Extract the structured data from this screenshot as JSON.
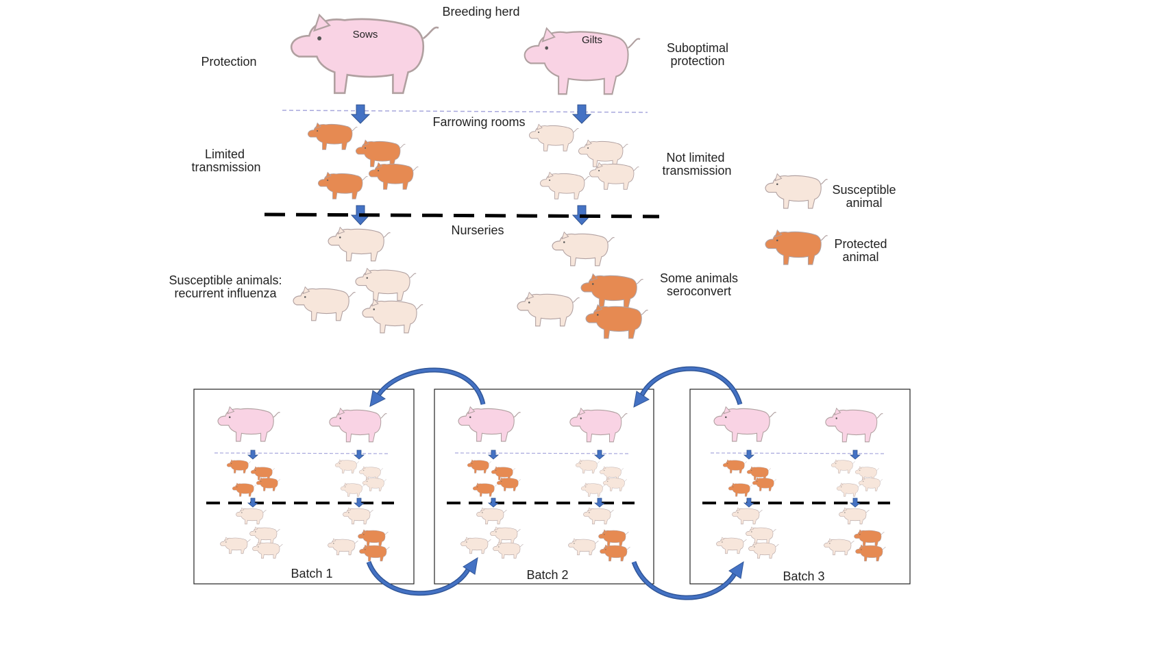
{
  "labels": {
    "breeding_herd": "Breeding herd",
    "sows": "Sows",
    "gilts": "Gilts",
    "protection": "Protection",
    "suboptimal_protection_1": "Suboptimal",
    "suboptimal_protection_2": "protection",
    "farrowing_rooms": "Farrowing rooms",
    "limited_transmission_1": "Limited",
    "limited_transmission_2": "transmission",
    "not_limited_transmission_1": "Not limited",
    "not_limited_transmission_2": "transmission",
    "nurseries": "Nurseries",
    "susceptible_recurrent_1": "Susceptible animals:",
    "susceptible_recurrent_2": "recurrent influenza",
    "some_seroconvert_1": "Some animals",
    "some_seroconvert_2": "seroconvert"
  },
  "legend": {
    "susceptible_1": "Susceptible",
    "susceptible_2": "animal",
    "protected_1": "Protected",
    "protected_2": "animal"
  },
  "batches": [
    {
      "label": "Batch 1"
    },
    {
      "label": "Batch 2"
    },
    {
      "label": "Batch 3"
    }
  ],
  "colors": {
    "adult_pig": "#f9d3e4",
    "susceptible": "#f7e6db",
    "protected": "#e68a52",
    "arrow": "#4472c4",
    "dashed_line": "#000000",
    "dotted_line": "#a7a7dc"
  }
}
